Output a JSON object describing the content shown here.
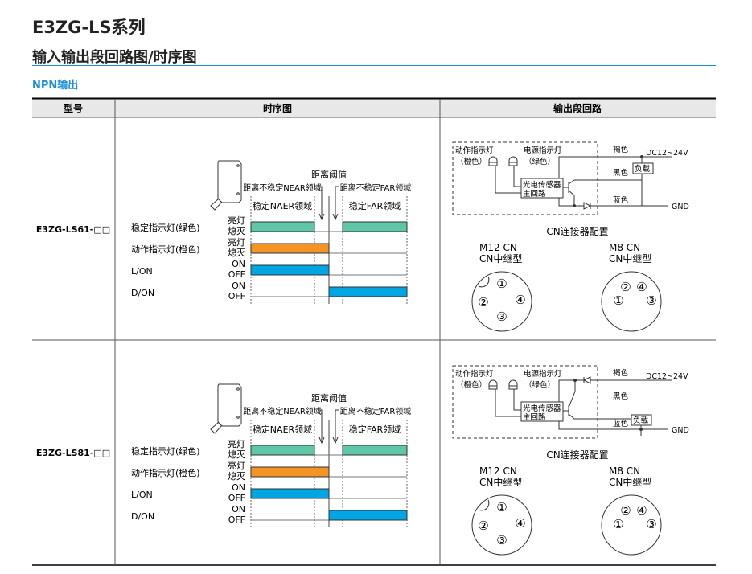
{
  "title": "E3ZG-LS系列",
  "subtitle": "输入输出段回路图/时序图",
  "section": "NPN输出",
  "columns": [
    "型号",
    "时序图",
    "输出段回路"
  ],
  "timing": {
    "threshold": "距离阈值",
    "near_unstable": "距离不稳定NEAR领域",
    "far_unstable": "距离不稳定FAR领域",
    "near_stable": "稳定NAER领域",
    "far_stable": "稳定FAR领域",
    "signals": [
      "稳定指示灯(绿色)",
      "动作指示灯(橙色)",
      "L/ON",
      "D/ON"
    ],
    "on_off": [
      [
        "亮灯",
        "熄灭"
      ],
      [
        "亮灯",
        "熄灭"
      ],
      [
        "ON",
        "OFF"
      ],
      [
        "ON",
        "OFF"
      ]
    ]
  },
  "circuit": {
    "op_led": "动作指示灯",
    "op_color": "（橙色）",
    "pwr_led": "电源指示灯",
    "pwr_color": "（绿色）",
    "main1": "光电传感器",
    "main2": "主回路",
    "brown": "褐色",
    "black": "黑色",
    "blue": "蓝色",
    "vcc": "DC12~24V",
    "gnd": "GND",
    "load": "负载",
    "cn_title": "CN连接器配置",
    "m12": "M12  CN",
    "m8": "M8 CN",
    "relay": "CN中继型",
    "pins": [
      "①",
      "②",
      "③",
      "④"
    ]
  },
  "rows": [
    {
      "model": "E3ZG-LS61-□□"
    },
    {
      "model": "E3ZG-LS81-□□"
    }
  ],
  "colors": {
    "green": "#5fc6a8",
    "orange": "#f39424",
    "blue": "#00a5e3",
    "accent": "#1a8fd8"
  }
}
